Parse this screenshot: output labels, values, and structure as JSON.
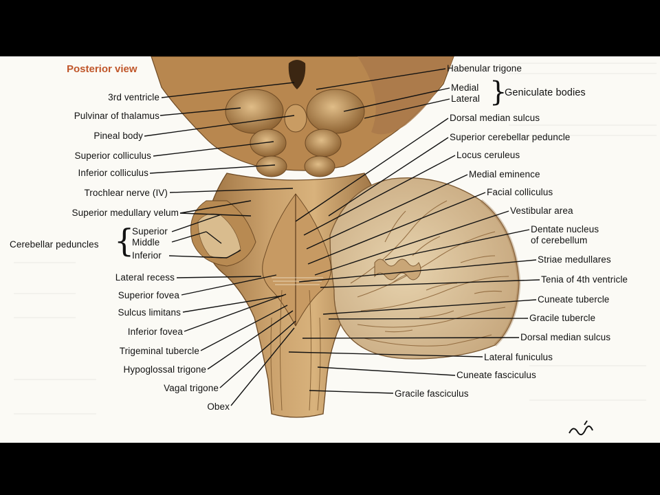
{
  "title": "Posterior view",
  "labels_left": [
    "3rd ventricle",
    "Pulvinar of thalamus",
    "Pineal body",
    "Superior colliculus",
    "Inferior colliculus",
    "Trochlear nerve (IV)",
    "Superior medullary velum",
    "Superior",
    "Middle",
    "Inferior",
    "Cerebellar peduncles",
    "Lateral recess",
    "Superior fovea",
    "Sulcus limitans",
    "Inferior fovea",
    "Trigeminal tubercle",
    "Hypoglossal trigone",
    "Vagal trigone",
    "Obex"
  ],
  "labels_right": [
    "Habenular trigone",
    "Medial",
    "Lateral",
    "Geniculate bodies",
    "Dorsal median sulcus",
    "Superior cerebellar peduncle",
    "Locus ceruleus",
    "Medial eminence",
    "Facial colliculus",
    "Vestibular area",
    "Dentate nucleus",
    "of cerebellum",
    "Striae medullares",
    "Tenia of 4th ventricle",
    "Cuneate tubercle",
    "Gracile tubercle",
    "Dorsal median sulcus",
    "Lateral funiculus",
    "Cuneate fasciculus",
    "Gracile fasciculus"
  ],
  "colors": {
    "title": "#c0562a",
    "tissue": "#c7a06b",
    "tissue_dark": "#8a6236",
    "cerebellum": "#d9c39b",
    "leader": "#111111"
  }
}
